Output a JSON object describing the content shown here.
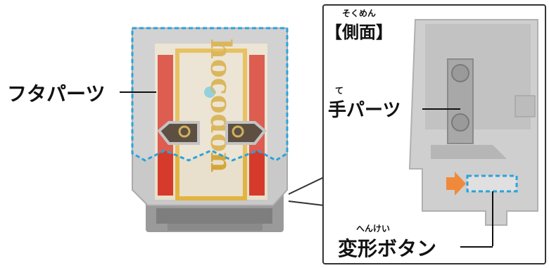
{
  "labels": {
    "lid_parts": "フタパーツ",
    "side_ruby": "そくめん",
    "side_title": "【側面】",
    "hand_ruby": "て",
    "hand_parts": "手パーツ",
    "transform_ruby": "へんけい",
    "transform_button": "変形ボタン"
  },
  "figure_text": {
    "logo": "hocodon"
  },
  "colors": {
    "highlight_dash": "#2aa3dc",
    "arrow": "#f08a3a",
    "card_red": "#d63a2a",
    "card_gold": "#e2b440",
    "body_gray": "#c9c9c9"
  },
  "icons": {
    "arrow": "orange-right-arrow"
  }
}
